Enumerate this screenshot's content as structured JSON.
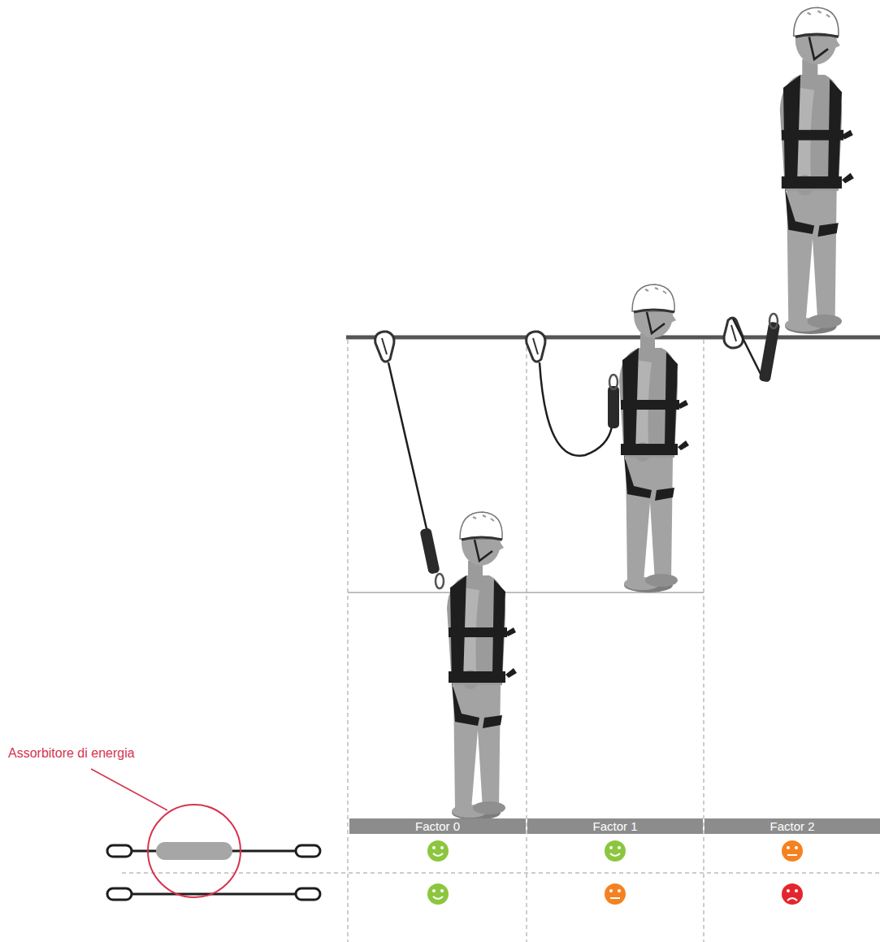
{
  "diagram": {
    "nodes": [
      {
        "text": [
          "Factor 0"
        ]
      },
      {
        "text": [
          "Factor 1"
        ]
      },
      {
        "text": [
          "Factor 2"
        ]
      }
    ],
    "labels": [
      "Assorbitore di energia"
    ]
  }
}
